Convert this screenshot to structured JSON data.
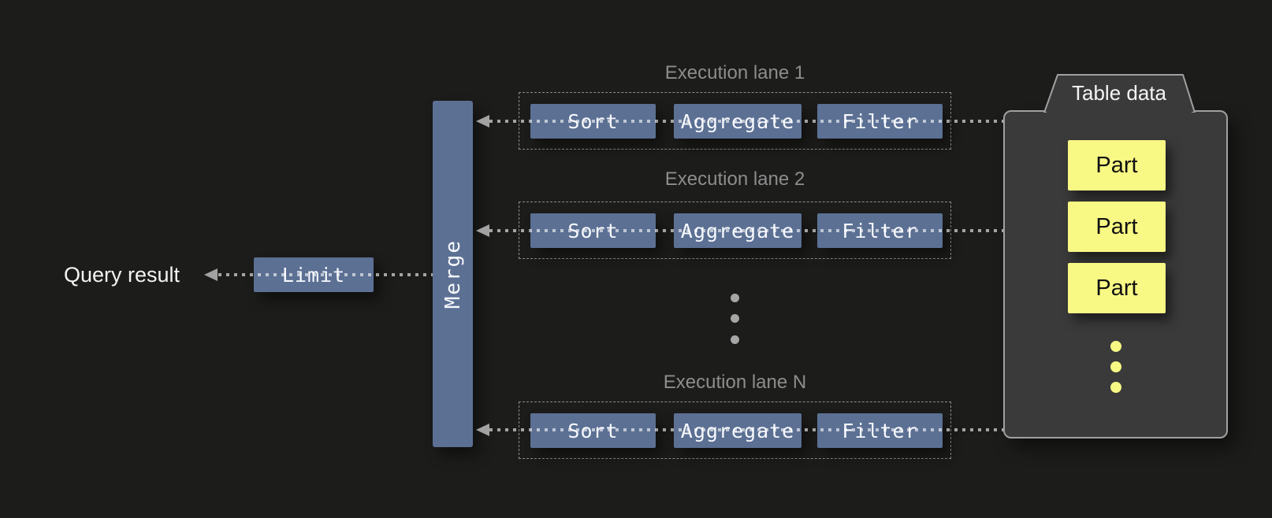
{
  "query_result_label": "Query result",
  "limit": {
    "label": "Limit"
  },
  "merge": {
    "label": "Merge"
  },
  "lanes": [
    {
      "title": "Execution lane 1",
      "operators": [
        "Sort",
        "Aggregate",
        "Filter"
      ]
    },
    {
      "title": "Execution lane 2",
      "operators": [
        "Sort",
        "Aggregate",
        "Filter"
      ]
    },
    {
      "title": "Execution lane N",
      "operators": [
        "Sort",
        "Aggregate",
        "Filter"
      ]
    }
  ],
  "table_data": {
    "title": "Table data",
    "parts": [
      "Part",
      "Part",
      "Part"
    ]
  },
  "colors": {
    "background": "#1c1c1b",
    "operator_blue": "#5c7094",
    "part_yellow": "#f8f885",
    "container_gray": "#3a3a3a",
    "container_border": "#a0a0a0",
    "connector_gray": "#a2a2a2",
    "lane_title_gray": "#8d8d8d",
    "text_white": "#f4f4f4",
    "part_text": "#111111"
  }
}
